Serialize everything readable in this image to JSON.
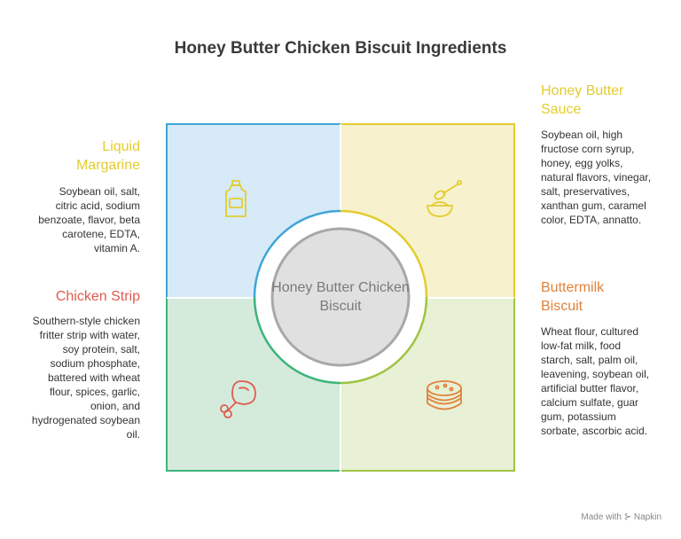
{
  "title": "Honey Butter Chicken Biscuit Ingredients",
  "center": {
    "label": "Honey Butter Chicken Biscuit"
  },
  "sections": {
    "liquid_margarine": {
      "title": "Liquid Margarine",
      "text": "Soybean oil, salt, citric acid, sodium benzoate, flavor, beta carotene, EDTA, vitamin A.",
      "color": "#e3cc2e",
      "icon": "bottle-icon"
    },
    "honey_butter_sauce": {
      "title": "Honey Butter Sauce",
      "text": "Soybean oil, high fructose corn syrup, honey, egg yolks, natural flavors, vinegar, salt, preservatives, xanthan gum, caramel color, EDTA, annatto.",
      "color": "#e3cc2e",
      "icon": "honey-dipper-icon"
    },
    "chicken_strip": {
      "title": "Chicken Strip",
      "text": "Southern-style chicken fritter strip with water, soy protein, salt, sodium phosphate, battered with wheat flour, spices, garlic, onion, and hydrogenated soybean oil.",
      "color": "#e05a4f",
      "icon": "drumstick-icon"
    },
    "buttermilk_biscuit": {
      "title": "Buttermilk Biscuit",
      "text": "Wheat flour, cultured low-fat milk, food starch, salt, palm oil, leavening, soybean oil, artificial butter flavor, calcium sulfate, guar gum, potassium sorbate, ascorbic acid.",
      "color": "#e0823a",
      "icon": "biscuit-stack-icon"
    }
  },
  "watermark": "Made with ⊱ Napkin"
}
